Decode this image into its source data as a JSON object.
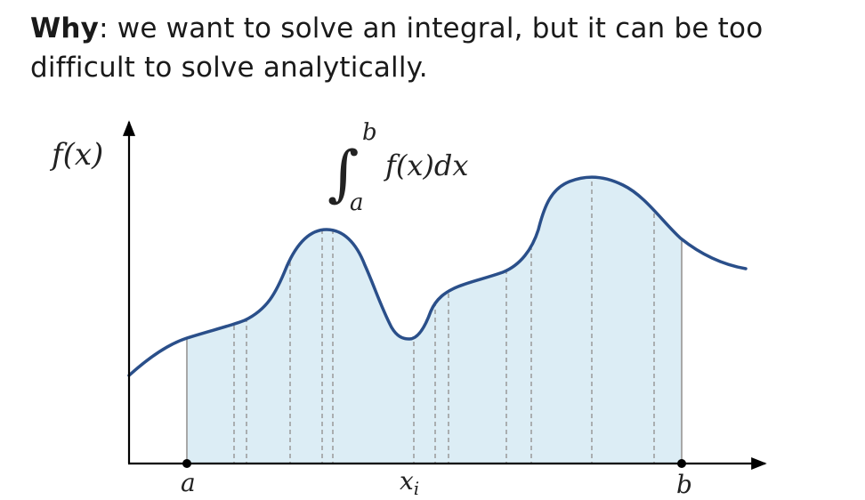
{
  "intro": {
    "lead": "Why",
    "rest": ": we want to solve an integral, but it can be too difficult to solve analytically."
  },
  "figure": {
    "y_axis_label": "f(x)",
    "integral": {
      "upper": "b",
      "lower": "a",
      "integrand": "f(x)dx"
    },
    "x_labels": {
      "a": "a",
      "xi": "x",
      "xi_sub": "i",
      "b": "b"
    },
    "colors": {
      "curve": "#2a4f8a",
      "fill": "#dcedf5",
      "axis": "#000000",
      "sample_line": "#9a9a9a"
    }
  }
}
